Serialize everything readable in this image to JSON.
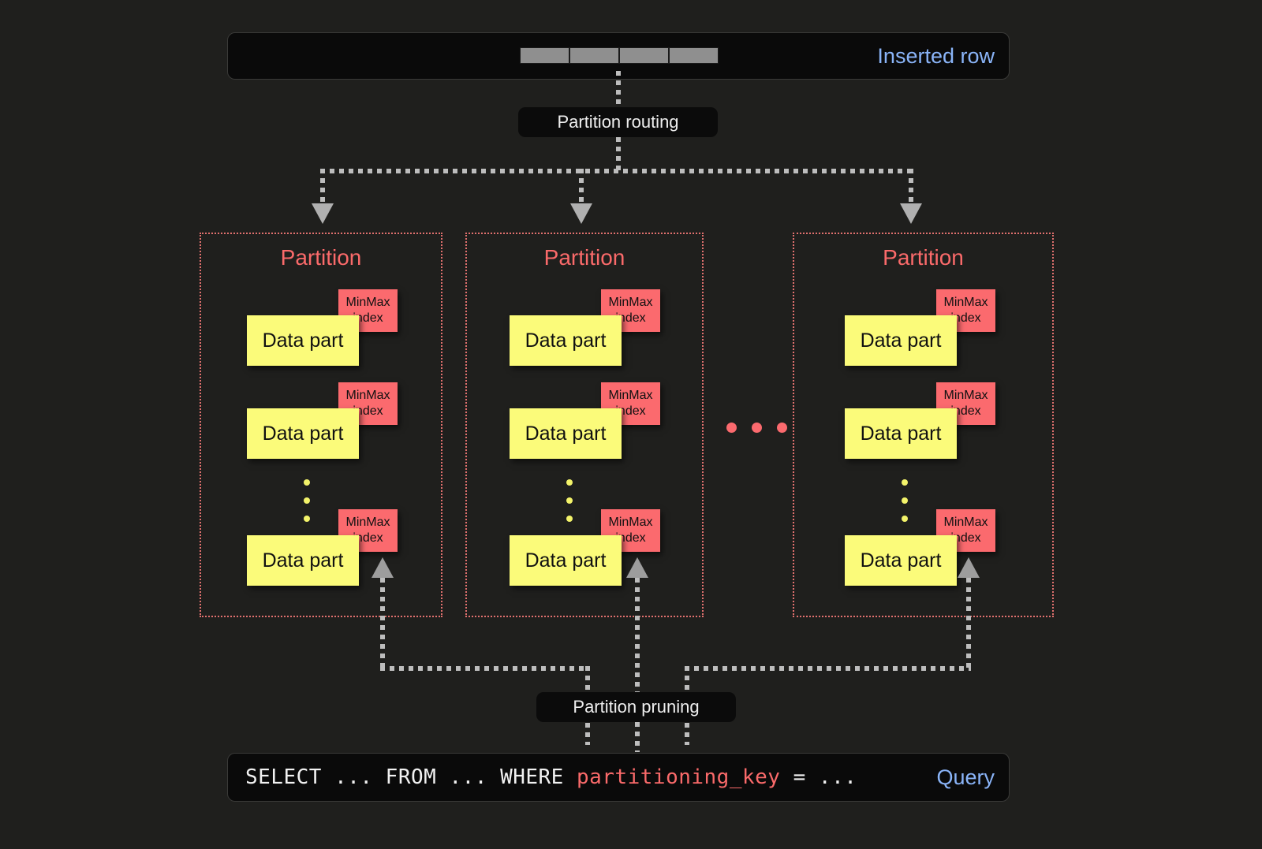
{
  "diagram": {
    "background_color": "#1f1f1d",
    "accent_blue": "#8ab4f8",
    "accent_red": "#fa6a6a",
    "data_part_color": "#fbfb7a",
    "minmax_color": "#fb6a6e"
  },
  "inserted_row": {
    "label": "Inserted row",
    "cell_count": 4,
    "cells": [
      "",
      "",
      "",
      ""
    ]
  },
  "routing": {
    "label": "Partition routing"
  },
  "pruning": {
    "label": "Partition pruning"
  },
  "partitions": [
    {
      "title": "Partition",
      "parts": [
        {
          "part_label": "Data part",
          "index_label": "MinMax index"
        },
        {
          "part_label": "Data part",
          "index_label": "MinMax index"
        },
        {
          "part_label": "Data part",
          "index_label": "MinMax index"
        }
      ],
      "ellipsis": "⋮"
    },
    {
      "title": "Partition",
      "parts": [
        {
          "part_label": "Data part",
          "index_label": "MinMax index"
        },
        {
          "part_label": "Data part",
          "index_label": "MinMax index"
        },
        {
          "part_label": "Data part",
          "index_label": "MinMax index"
        }
      ],
      "ellipsis": "⋮"
    },
    {
      "title": "Partition",
      "parts": [
        {
          "part_label": "Data part",
          "index_label": "MinMax index"
        },
        {
          "part_label": "Data part",
          "index_label": "MinMax index"
        },
        {
          "part_label": "Data part",
          "index_label": "MinMax index"
        }
      ],
      "ellipsis": "⋮"
    }
  ],
  "partition_ellipsis": "• • •",
  "query": {
    "label": "Query",
    "prefix": "SELECT ... FROM ... WHERE ",
    "key": "partitioning_key",
    "suffix": " = ..."
  },
  "minmax_line1": "MinMax",
  "minmax_line2": "index"
}
